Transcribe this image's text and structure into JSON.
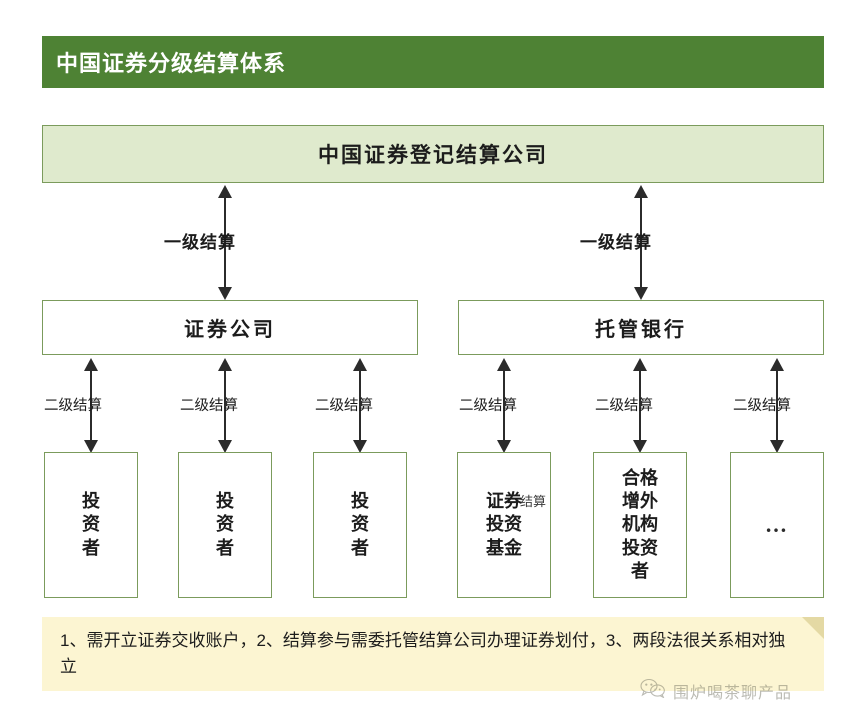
{
  "banner": {
    "title": "中国证券分级结算体系",
    "bg_color": "#4e8234",
    "text_color": "#ffffff"
  },
  "diagram": {
    "top_node": {
      "label": "中国证券登记结算公司",
      "fill": "#dfeacd",
      "border": "#7b9b5c"
    },
    "mid_nodes": [
      {
        "label": "证券公司"
      },
      {
        "label": "托管银行"
      }
    ],
    "tier1_labels": [
      {
        "label": "一级结算"
      },
      {
        "label": "一级结算"
      }
    ],
    "tier2_labels": [
      {
        "label": "二级结算"
      },
      {
        "label": "二级结算"
      },
      {
        "label": "二级结算"
      },
      {
        "label": "二级结算"
      },
      {
        "label": "二级结算"
      },
      {
        "label": "二级结算"
      }
    ],
    "leaf_nodes": [
      {
        "label": "投\n资\n者"
      },
      {
        "label": "投\n资\n者"
      },
      {
        "label": "投\n资\n者"
      },
      {
        "label": "证券\n投资\n基金"
      },
      {
        "label": "合格\n增外\n机构\n投资\n者"
      },
      {
        "label": "…"
      }
    ],
    "artifact_text": "结算"
  },
  "note": {
    "text": "1、需开立证券交收账户，2、结算参与需委托管结算公司办理证券划付，3、两段法很关系相对独立",
    "bg_color": "#fcf5d2"
  },
  "watermark": {
    "text": "围炉喝茶聊产品"
  }
}
